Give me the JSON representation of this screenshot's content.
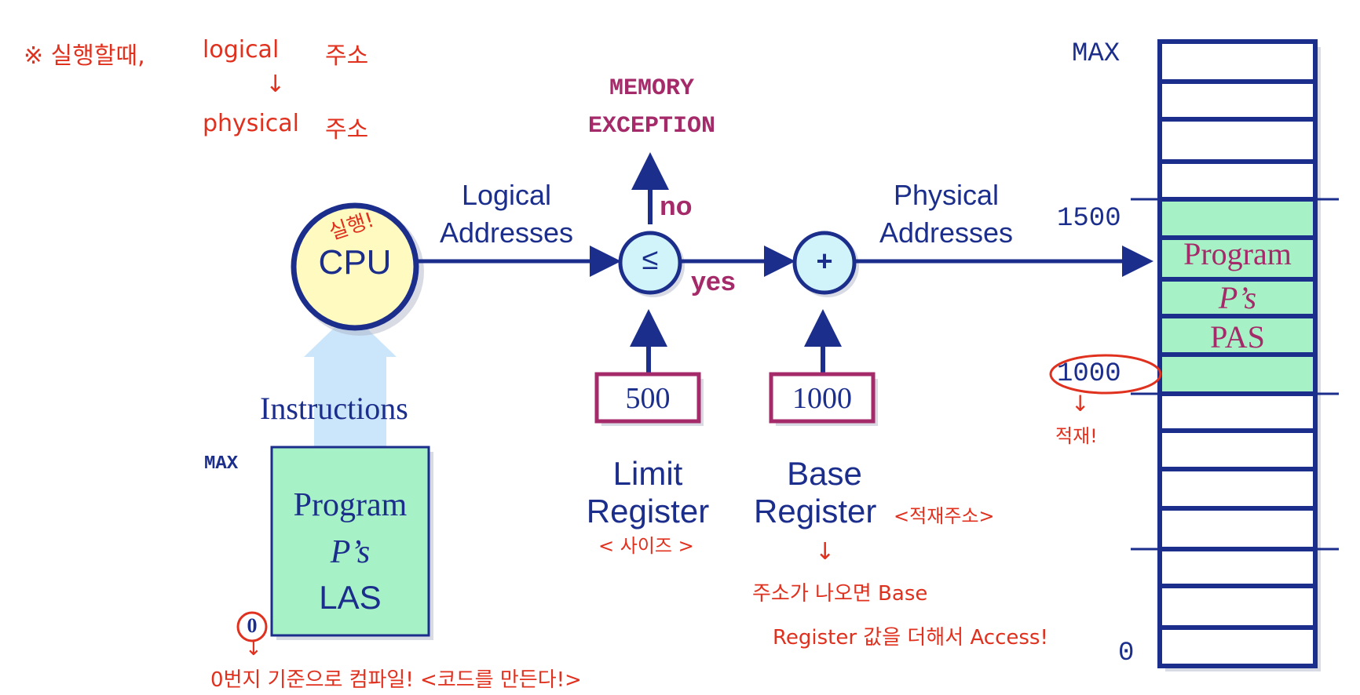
{
  "diagram": {
    "cpu_label": "CPU",
    "instructions_label": "Instructions",
    "las_box": {
      "max_label": "MAX",
      "line1": "Program",
      "line2": "P’s",
      "line3": "LAS",
      "zero_label": "0"
    },
    "logical_addresses": {
      "line1": "Logical",
      "line2": "Addresses"
    },
    "memory_exception": {
      "line1": "MEMORY",
      "line2": "EXCEPTION"
    },
    "compare_symbol": "≤",
    "no_label": "no",
    "yes_label": "yes",
    "add_symbol": "+",
    "physical_addresses": {
      "line1": "Physical",
      "line2": "Addresses"
    },
    "limit_register": {
      "value": "500",
      "line1": "Limit",
      "line2": "Register"
    },
    "base_register": {
      "value": "1000",
      "line1": "Base",
      "line2": "Register"
    },
    "memory": {
      "max_label": "MAX",
      "label_1500": "1500",
      "label_1000": "1000",
      "label_0": "0",
      "program_line1": "Program",
      "program_line2": "P’s",
      "program_line3": "PAS"
    }
  },
  "annotations": {
    "top_left_line1": "※ 실행할때,",
    "top_left_logical": "logical",
    "top_left_addr1": "주소",
    "top_left_arrow": "↓",
    "top_left_physical": "physical",
    "top_left_addr2": "주소",
    "cpu_note": "실행!",
    "limit_note": "< 사이즈 >",
    "base_note": "<적재주소>",
    "base_arrow": "↓",
    "base_explain_line1": "주소가  나오면  Base",
    "base_explain_line2": "Register 값을 더해서 Access!",
    "load_note": "적재!",
    "load_arrow": "↓",
    "compile_arrow": "↓",
    "compile_note": "0번지 기준으로 컴파일! <코드를 만든다!>"
  },
  "colors": {
    "navy": "#1c2e8c",
    "magenta": "#a52a6a",
    "green_fill": "#a6f2c6",
    "cpu_fill": "#fffbc0",
    "circle_fill": "#d0f4fa",
    "light_arrow": "#cbe6fb",
    "annotation_red": "#e0301e"
  }
}
